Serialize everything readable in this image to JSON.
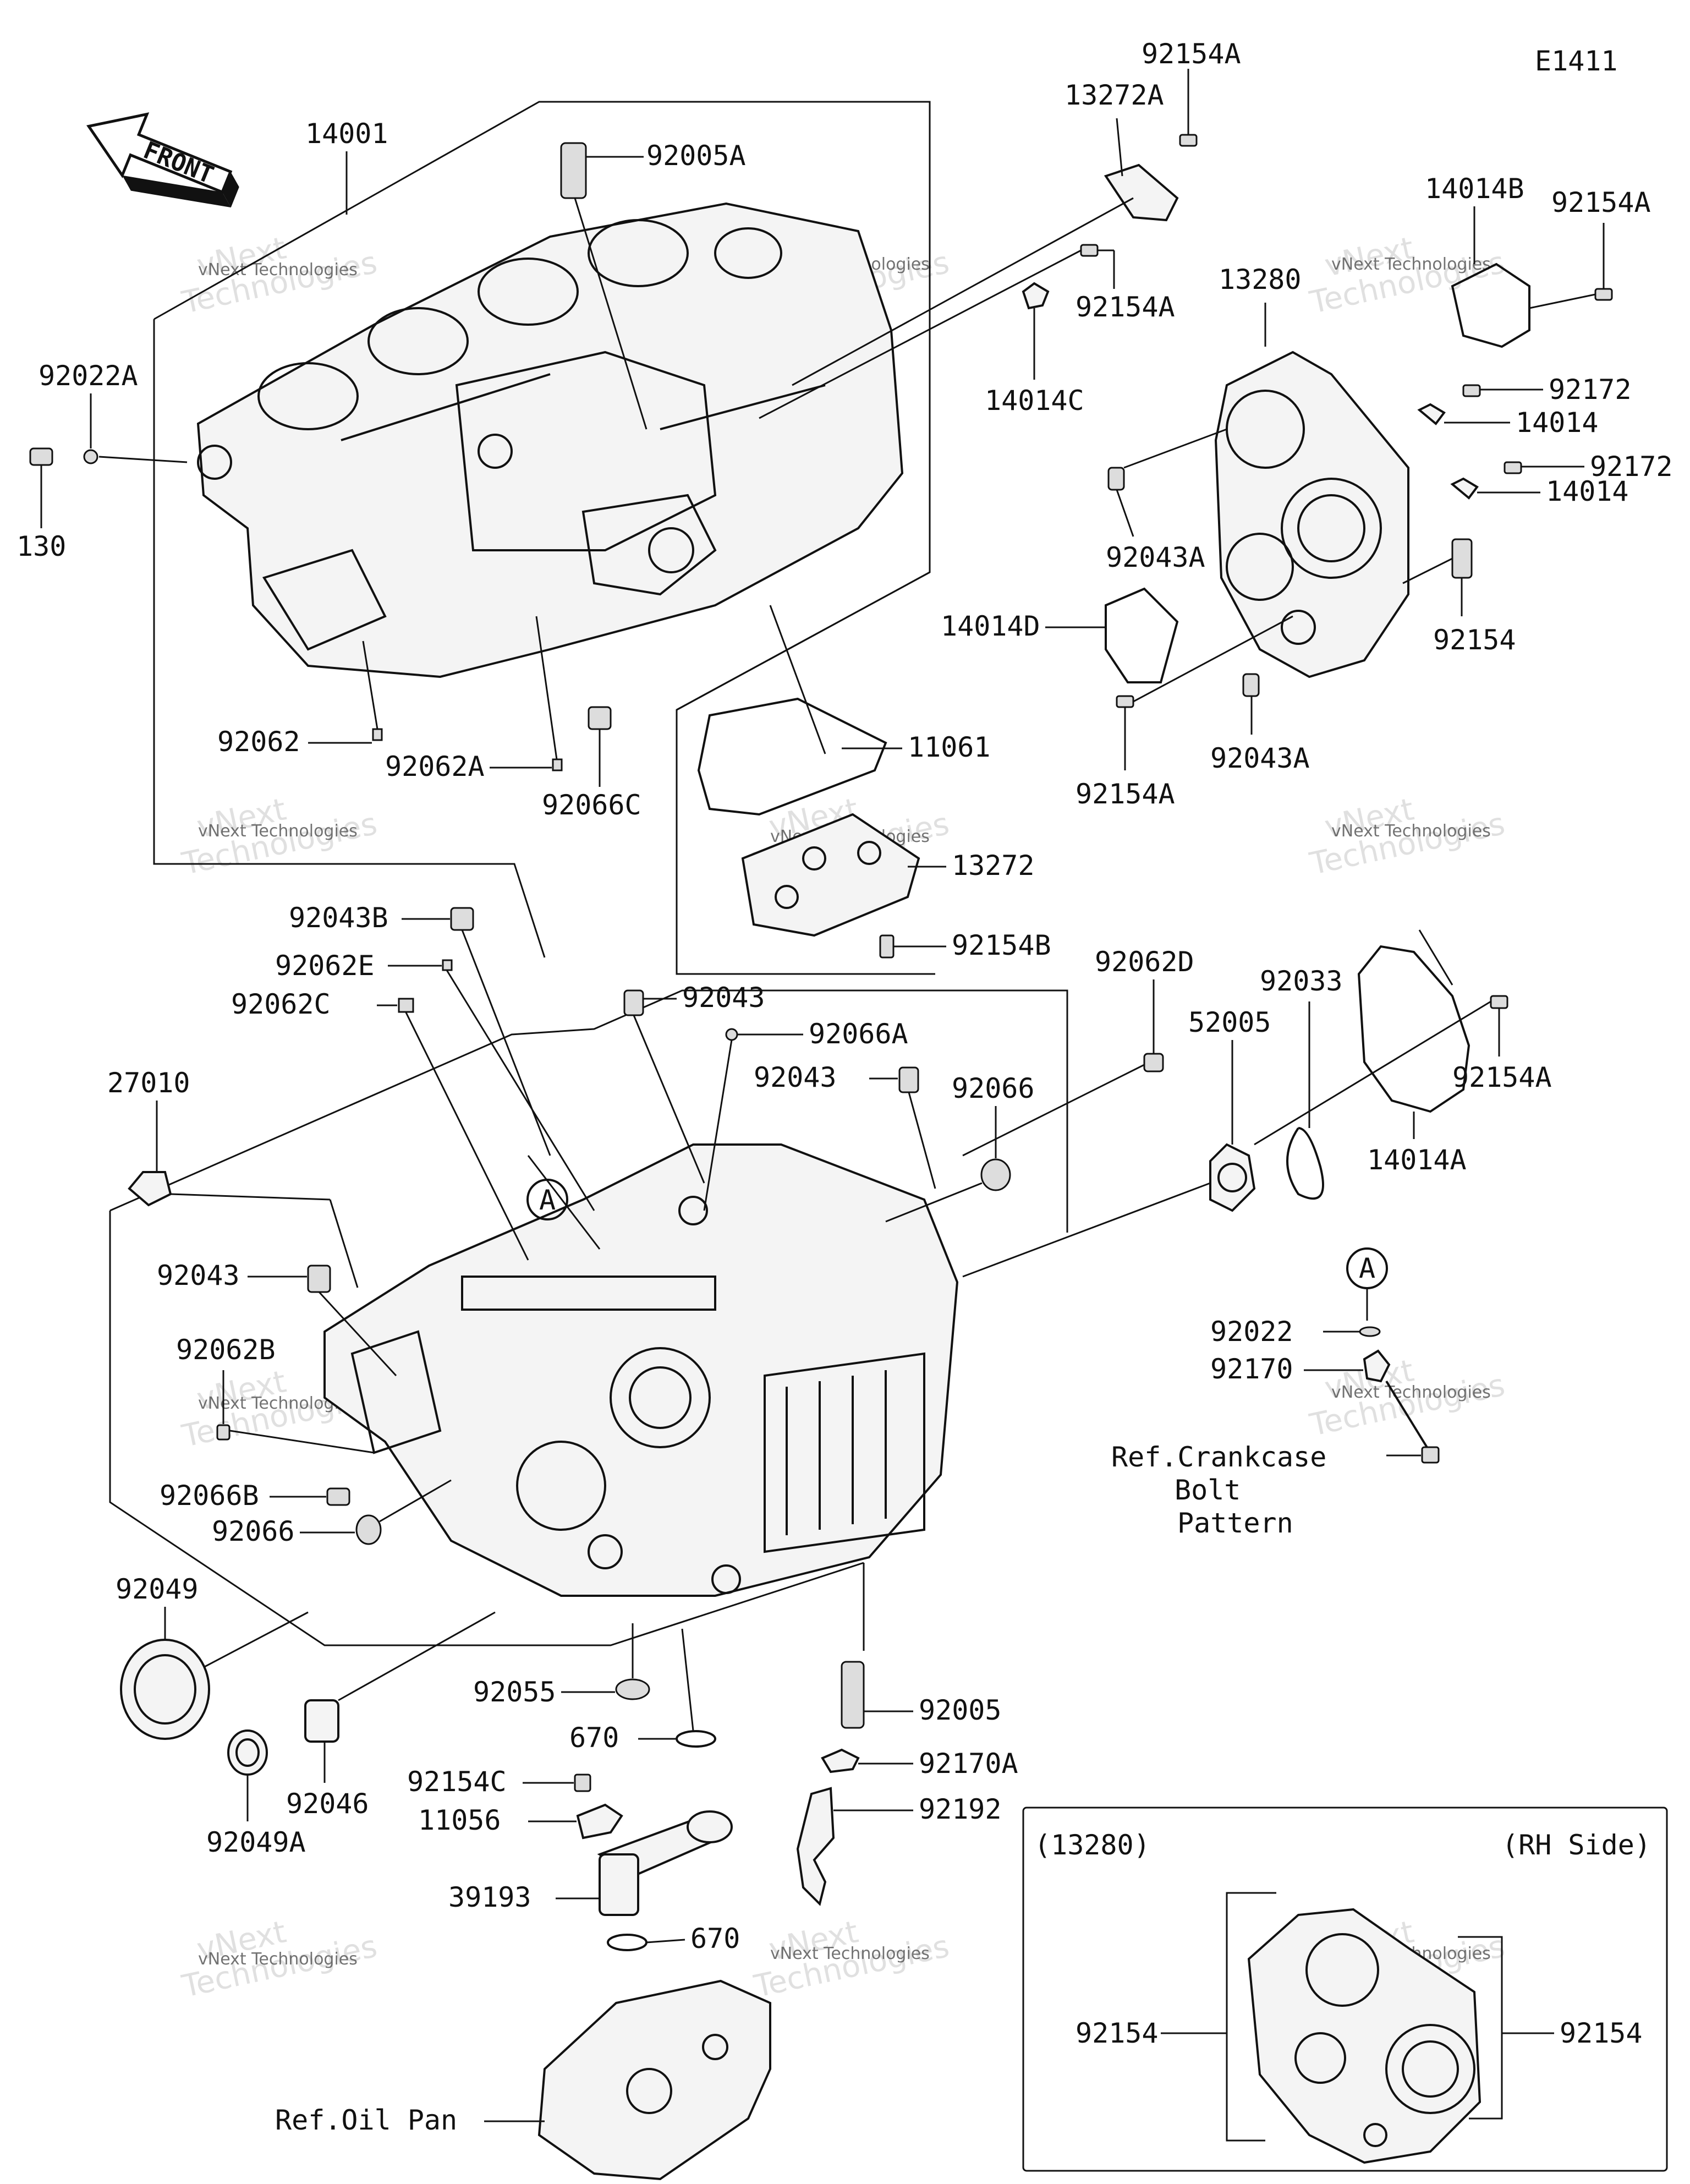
{
  "diagram_code": "E1411",
  "front_label": "FRONT",
  "watermark": {
    "line1": "vNext Technologies",
    "line2": "vNext",
    "line3": "Technologies"
  },
  "labels": {
    "p14001": "14001",
    "p92005A": "92005A",
    "p92154A_top": "92154A",
    "p13272A": "13272A",
    "p92154A_b": "92154A",
    "p14014C": "14014C",
    "p14014B": "14014B",
    "p92154A_c": "92154A",
    "p13280": "13280",
    "p92172_a": "92172",
    "p14014_a": "14014",
    "p92172_b": "92172",
    "p14014_b": "14014",
    "p92043A_a": "92043A",
    "p92154_a": "92154",
    "p14014D": "14014D",
    "p92154A_d": "92154A",
    "p92043A_b": "92043A",
    "p92022A": "92022A",
    "p130": "130",
    "p92062": "92062",
    "p92062A": "92062A",
    "p92066C": "92066C",
    "p11061": "11061",
    "p13272": "13272",
    "p92154B": "92154B",
    "p92043B": "92043B",
    "p92062E": "92062E",
    "p92062C": "92062C",
    "p27010": "27010",
    "p92043_a": "92043",
    "p92066A": "92066A",
    "p92043_b": "92043",
    "p92066_a": "92066",
    "p92062D": "92062D",
    "p52005": "52005",
    "p92033": "92033",
    "p14014A": "14014A",
    "p92154A_e": "92154A",
    "circleA_1": "A",
    "circleA_2": "A",
    "p92022": "92022",
    "p92170": "92170",
    "ref_crankcase_1": "Ref.Crankcase",
    "ref_crankcase_2": "Bolt",
    "ref_crankcase_3": "Pattern",
    "p92043_c": "92043",
    "p92062B": "92062B",
    "p92066B": "92066B",
    "p92066_b": "92066",
    "p92049": "92049",
    "p92055": "92055",
    "p670_a": "670",
    "p92005": "92005",
    "p92170A": "92170A",
    "p92154C": "92154C",
    "p92192": "92192",
    "p11056": "11056",
    "p92046": "92046",
    "p92049A": "92049A",
    "p39193": "39193",
    "p670_b": "670",
    "ref_oil_pan": "Ref.Oil Pan",
    "inset_title": "(13280)",
    "inset_side": "(RH Side)",
    "inset_92154_left": "92154",
    "inset_92154_right": "92154"
  }
}
